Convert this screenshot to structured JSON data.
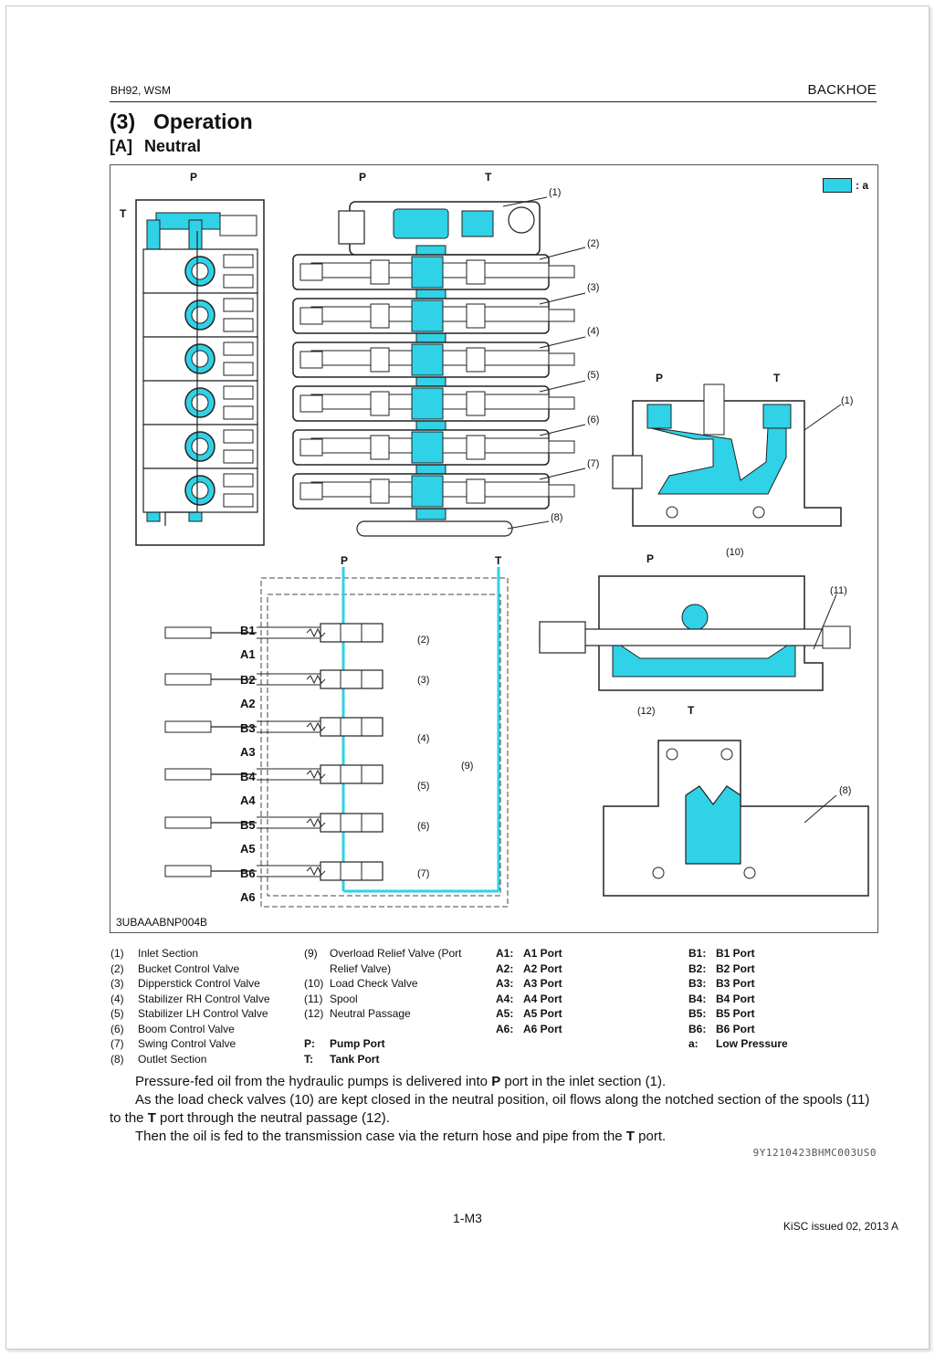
{
  "header": {
    "doc_id": "BH92, WSM",
    "section": "BACKHOE"
  },
  "title": {
    "num": "(3)",
    "text": "Operation"
  },
  "subtitle": {
    "num": "[A]",
    "text": "Neutral"
  },
  "figure": {
    "code": "3UBAAABNP004B",
    "legend_key": ": a",
    "colors": {
      "oil": "#2fd2e6",
      "line": "#222222"
    },
    "port_labels": {
      "p": "P",
      "t": "T"
    },
    "callouts": [
      "(1)",
      "(2)",
      "(3)",
      "(4)",
      "(5)",
      "(6)",
      "(7)",
      "(8)",
      "(9)",
      "(10)",
      "(11)",
      "(12)"
    ],
    "circuit_labels": [
      "B1",
      "A1",
      "B2",
      "A2",
      "B3",
      "A3",
      "B4",
      "A4",
      "B5",
      "A5",
      "B6",
      "A6"
    ]
  },
  "legend": {
    "col1": [
      {
        "k": "(1)",
        "v": "Inlet Section"
      },
      {
        "k": "(2)",
        "v": "Bucket Control Valve"
      },
      {
        "k": "(3)",
        "v": "Dipperstick Control Valve"
      },
      {
        "k": "(4)",
        "v": "Stabilizer RH Control Valve"
      },
      {
        "k": "(5)",
        "v": "Stabilizer LH Control Valve"
      },
      {
        "k": "(6)",
        "v": "Boom Control Valve"
      },
      {
        "k": "(7)",
        "v": "Swing Control Valve"
      },
      {
        "k": "(8)",
        "v": "Outlet Section"
      }
    ],
    "col2": [
      {
        "k": "(9)",
        "v": "Overload Relief Valve (Port"
      },
      {
        "k": "",
        "v": "Relief Valve)"
      },
      {
        "k": "(10)",
        "v": "Load Check Valve"
      },
      {
        "k": "(11)",
        "v": "Spool"
      },
      {
        "k": "(12)",
        "v": "Neutral Passage"
      },
      {
        "k": "",
        "v": ""
      },
      {
        "k": "P:",
        "v": "Pump Port"
      },
      {
        "k": "T:",
        "v": "Tank Port"
      }
    ],
    "col3": [
      {
        "k": "A1:",
        "v": "A1 Port"
      },
      {
        "k": "A2:",
        "v": "A2 Port"
      },
      {
        "k": "A3:",
        "v": "A3 Port"
      },
      {
        "k": "A4:",
        "v": "A4 Port"
      },
      {
        "k": "A5:",
        "v": "A5 Port"
      },
      {
        "k": "A6:",
        "v": "A6 Port"
      }
    ],
    "col4": [
      {
        "k": "B1:",
        "v": "B1 Port"
      },
      {
        "k": "B2:",
        "v": "B2 Port"
      },
      {
        "k": "B3:",
        "v": "B3 Port"
      },
      {
        "k": "B4:",
        "v": "B4 Port"
      },
      {
        "k": "B5:",
        "v": "B5 Port"
      },
      {
        "k": "B6:",
        "v": "B6 Port"
      },
      {
        "k": "a:",
        "v": "Low Pressure"
      }
    ]
  },
  "body": {
    "p1_a": "Pressure-fed oil from the hydraulic pumps is delivered into ",
    "p1_b": "P",
    "p1_c": " port in the inlet section (1).",
    "p2_a": "As the load check valves (10) are kept closed in the neutral position, oil flows along the notched section of the spools (11) to the ",
    "p2_b": "T",
    "p2_c": " port through the neutral passage (12).",
    "p3_a": "Then the oil is fed to the transmission case via the return hose and pipe from the ",
    "p3_b": "T",
    "p3_c": " port."
  },
  "ref_code": "9Y1210423BHMC003US0",
  "footer": {
    "page": "1-M3",
    "issued": "KiSC issued 02, 2013 A"
  }
}
